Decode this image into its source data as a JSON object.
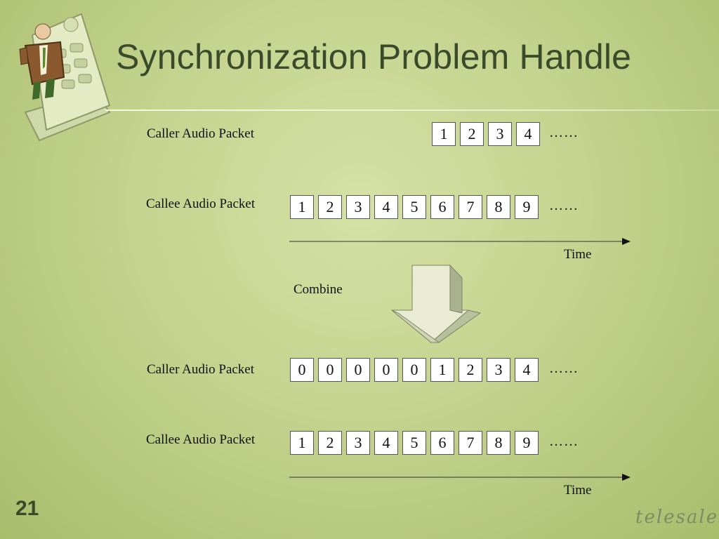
{
  "slide": {
    "title": "Synchronization Problem Handle",
    "number": "21",
    "brand": "telesales"
  },
  "before": {
    "caller": {
      "label": "Caller Audio Packet",
      "packets": [
        "1",
        "2",
        "3",
        "4"
      ],
      "ellipsis": "……"
    },
    "callee": {
      "label": "Callee Audio Packet",
      "packets": [
        "1",
        "2",
        "3",
        "4",
        "5",
        "6",
        "7",
        "8",
        "9"
      ],
      "ellipsis": "……"
    },
    "time_label": "Time"
  },
  "combine_label": "Combine",
  "after": {
    "caller": {
      "label": "Caller Audio Packet",
      "packets": [
        "0",
        "0",
        "0",
        "0",
        "0",
        "1",
        "2",
        "3",
        "4"
      ],
      "ellipsis": "……"
    },
    "callee": {
      "label": "Callee Audio Packet",
      "packets": [
        "1",
        "2",
        "3",
        "4",
        "5",
        "6",
        "7",
        "8",
        "9"
      ],
      "ellipsis": "……"
    },
    "time_label": "Time"
  },
  "colors": {
    "title": "#3b4a2a",
    "packet_fill": "#ffffff",
    "arrow_face": "#e9ecd2",
    "arrow_side": "#a3aa8b"
  }
}
